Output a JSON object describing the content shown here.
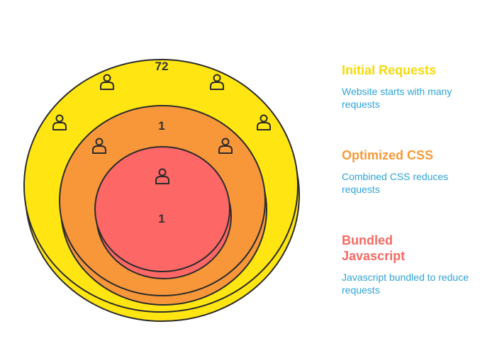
{
  "colors": {
    "outer": "#ffe612",
    "middle": "#f7973a",
    "inner": "#fd6766",
    "outline": "#2b2b2b",
    "description": "#2fa3d6"
  },
  "circles": {
    "outer": {
      "count": "72",
      "icon": "person-icon"
    },
    "middle": {
      "count": "1",
      "icon": "person-icon"
    },
    "inner": {
      "count": "1",
      "icon": "person-icon"
    }
  },
  "legend": [
    {
      "title": "Initial Requests",
      "description": "Website starts with many requests",
      "color": "#f5d90a"
    },
    {
      "title": "Optimized CSS",
      "description": "Combined CSS reduces requests",
      "color": "#f59a3a"
    },
    {
      "title": "Bundled Javascript",
      "description": "Javascript bundled to reduce requests",
      "color": "#f46a63"
    }
  ]
}
